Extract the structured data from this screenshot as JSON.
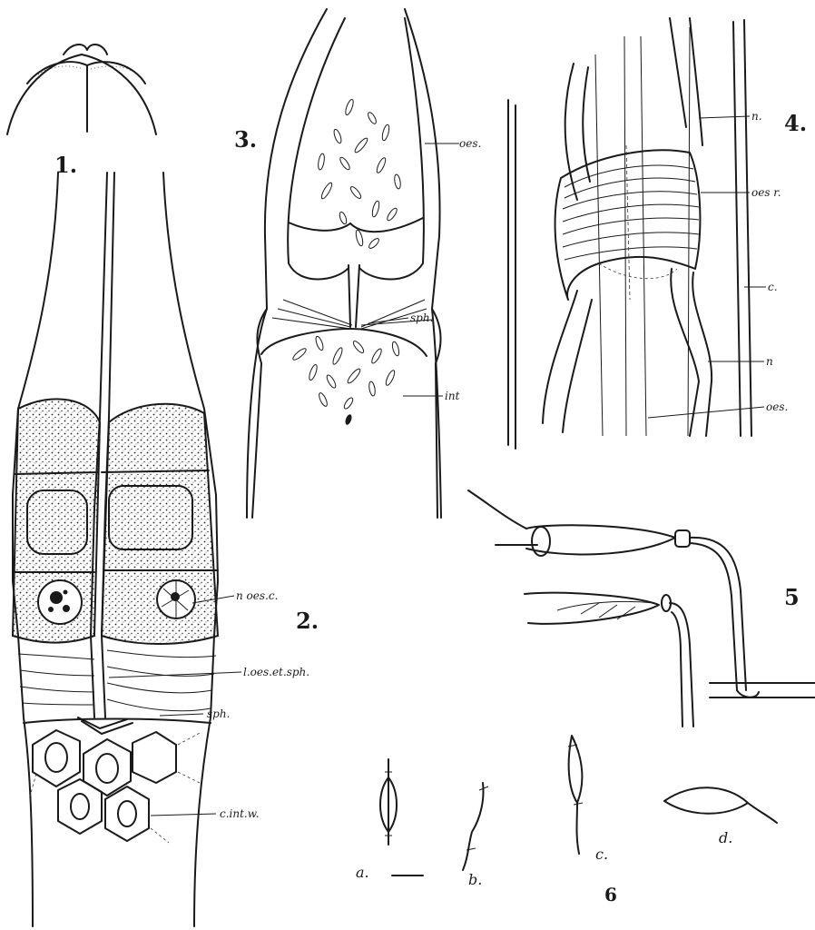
{
  "figures": {
    "fig1": {
      "number": "1."
    },
    "fig2": {
      "number": "2.",
      "labels": {
        "n_oes_c": "n oes.c.",
        "l_oes_et_sph": "l.oes.et.sph.",
        "sph": "sph.",
        "c_int_w": "c.int.w."
      }
    },
    "fig3": {
      "number": "3.",
      "labels": {
        "oes": "oes.",
        "sph": "sph.",
        "int": "int"
      }
    },
    "fig4": {
      "number": "4.",
      "labels": {
        "n_top": "n.",
        "oes_r": "oes r.",
        "c": "c.",
        "n_bottom": "n",
        "oes": "oes."
      }
    },
    "fig5": {
      "number": "5"
    },
    "fig6": {
      "number": "6",
      "sublabels": {
        "a": "a.",
        "b": "b.",
        "c": "c.",
        "d": "d."
      }
    }
  }
}
